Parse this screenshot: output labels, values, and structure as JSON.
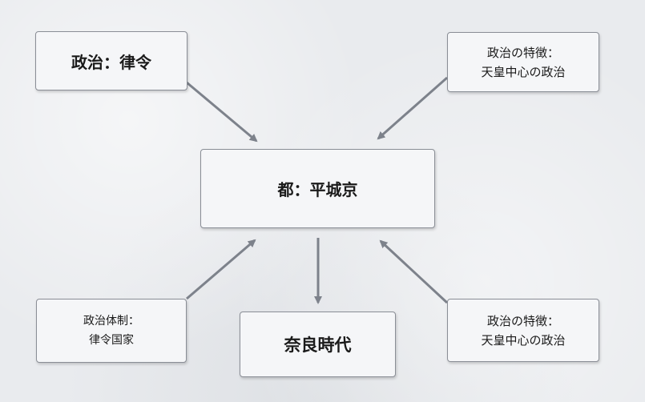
{
  "diagram": {
    "boxes": {
      "politics_ritsuryo": {
        "lines": [
          "政治：律令"
        ]
      },
      "feature_top": {
        "lines": [
          "政治の特徴：",
          "天皇中心の政治"
        ]
      },
      "capital": {
        "lines": [
          "都：平城京"
        ]
      },
      "system": {
        "lines": [
          "政治体制：",
          "律令国家"
        ]
      },
      "era": {
        "lines": [
          "奈良時代"
        ]
      },
      "feature_bottom": {
        "lines": [
          "政治の特徴：",
          "天皇中心の政治"
        ]
      }
    },
    "colors": {
      "box_border": "#8a8e96",
      "box_fill": "#f5f6f8",
      "arrow": "#7d828b",
      "text": "#1a1a1a"
    }
  }
}
